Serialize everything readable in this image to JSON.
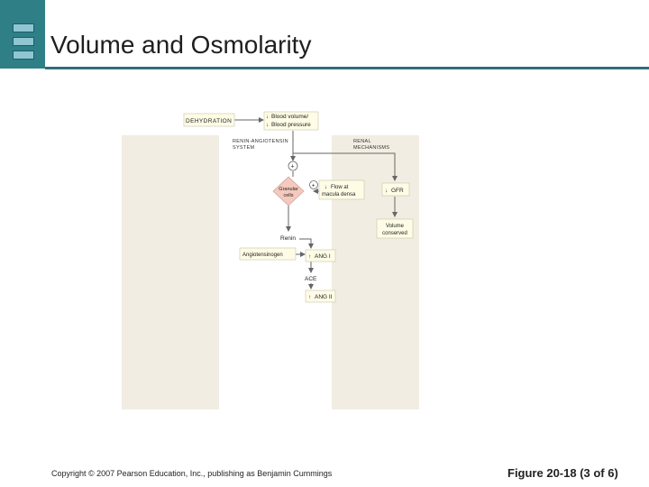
{
  "slide": {
    "title": "Volume and Osmolarity",
    "copyright": "Copyright © 2007 Pearson Education, Inc., publishing as Benjamin Cummings",
    "figure_label": "Figure 20-18 (3 of 6)"
  },
  "diagram": {
    "dehydration": "DEHYDRATION",
    "blood_volume": "Blood volume/",
    "blood_pressure": "Blood pressure",
    "ras_line1": "RENIN-ANGIOTENSIN",
    "ras_line2": "SYSTEM",
    "renal_line1": "RENAL",
    "renal_line2": "MECHANISMS",
    "plus_top": "+",
    "plus_granular": "+",
    "granular_line1": "Granular",
    "granular_line2": "cells",
    "flow_line1": "Flow at",
    "flow_line2": "macula densa",
    "gfr": "GFR",
    "volume_line1": "Volume",
    "volume_line2": "conserved",
    "renin": "Renin",
    "angiotensinogen": "Angiotensinogen",
    "ang_i": "ANG I",
    "ace": "ACE",
    "ang_ii": "ANG II",
    "down_arrow": "↓",
    "up_arrow": "↑"
  },
  "colors": {
    "header_band": "#2f7f86",
    "title_rule": "#2e6f7a",
    "diagram_bg": "#f2ede2",
    "panel_bg": "#ffffff",
    "box_fill": "#fffce6",
    "diamond_fill": "#f5c9bd"
  }
}
